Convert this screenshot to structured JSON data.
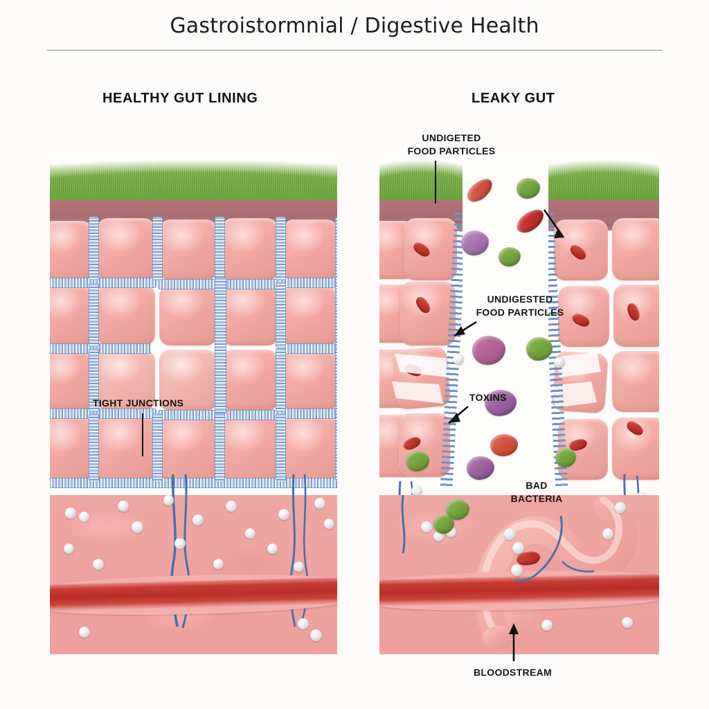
{
  "title": "Gastroistormnial / Digestive Health",
  "panels": {
    "left": {
      "heading": "HEALTHY GUT LINING",
      "callouts": [
        {
          "text": "TIGHT JUNCTIONS"
        }
      ]
    },
    "right": {
      "heading": "LEAKY GUT",
      "callouts": [
        {
          "text": "UNDIGETED\nFOOD PARTICLES"
        },
        {
          "text": "UNDIGESTED\nFOOD PARTICLES"
        },
        {
          "text": "TOXINS"
        },
        {
          "text": "BAD\nBACTERIA"
        },
        {
          "text": "BLOODSTREAM"
        }
      ]
    }
  },
  "colors": {
    "background": "#fdfcfa",
    "villi_green": "#5d9a39",
    "mucosa_mauve": "#a96d72",
    "epithelial_pink": "#f2aaa4",
    "tight_junction_blue": "#9fbbdd",
    "blood_vessel_red": "#b92f28",
    "nerve_fiber_blue": "#4a6fa8",
    "particle_red": "#c0392b",
    "particle_green": "#5f8f2c",
    "particle_purple": "#8e5a9a",
    "sphere_white": "#f2f2f2",
    "text": "#141414",
    "rule": "#8e8a86"
  }
}
